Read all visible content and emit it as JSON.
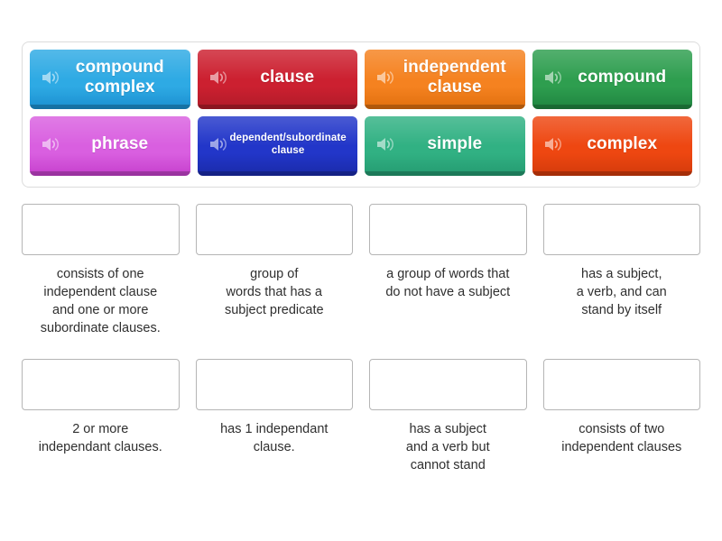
{
  "activity": {
    "type": "match-up",
    "tile_bank": {
      "speaker_icon": "speaker-icon",
      "tiles": [
        {
          "label": "compound complex",
          "color": "#2eaae4",
          "color_dark": "#1b8fd0",
          "small_text": false
        },
        {
          "label": "clause",
          "color": "#cc2030",
          "color_dark": "#b01b29",
          "small_text": false
        },
        {
          "label": "independent clause",
          "color": "#f58220",
          "color_dark": "#e06f0e",
          "small_text": false
        },
        {
          "label": "compound",
          "color": "#2e9e4f",
          "color_dark": "#1f8540",
          "small_text": false
        },
        {
          "label": "phrase",
          "color": "#d95fe0",
          "color_dark": "#c53fcc",
          "small_text": false
        },
        {
          "label": "dependent/subordinate clause",
          "color": "#2236c9",
          "color_dark": "#1a2aa8",
          "small_text": true
        },
        {
          "label": "simple",
          "color": "#31b183",
          "color_dark": "#249a70",
          "small_text": false
        },
        {
          "label": "complex",
          "color": "#ee4711",
          "color_dark": "#d23a0b",
          "small_text": false
        }
      ]
    },
    "answer_slots": [
      {
        "dropped_value": "",
        "description": "consists of one\nindependent clause\nand one or more\nsubordinate clauses."
      },
      {
        "dropped_value": "",
        "description": "group of\nwords that has a\nsubject predicate"
      },
      {
        "dropped_value": "",
        "description": "a group of words that\ndo not have a subject"
      },
      {
        "dropped_value": "",
        "description": "has a subject,\na verb, and can\nstand by itself"
      },
      {
        "dropped_value": "",
        "description": "2 or more\nindependant clauses."
      },
      {
        "dropped_value": "",
        "description": "has 1 independant\nclause."
      },
      {
        "dropped_value": "",
        "description": "has a subject\nand a verb but\ncannot stand"
      },
      {
        "dropped_value": "",
        "description": "consists of two\nindependent clauses"
      }
    ]
  }
}
